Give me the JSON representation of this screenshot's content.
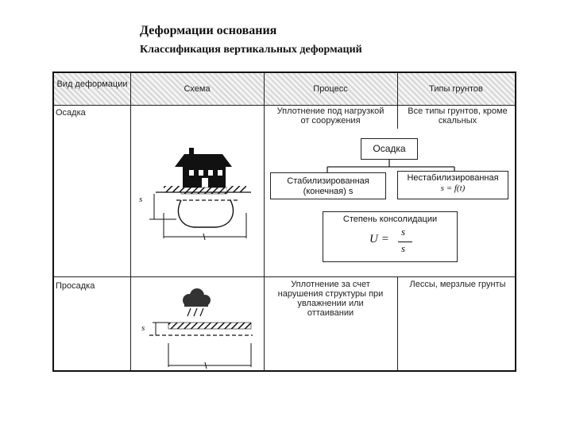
{
  "title": "Деформации основания",
  "subtitle": "Классификация вертикальных деформаций",
  "table": {
    "headers": [
      "Вид деформации",
      "Схема",
      "Процесс",
      "Типы грунтов"
    ],
    "rows": [
      {
        "type": "Осадка",
        "process": "Уплотнение под нагрузкой от сооружения",
        "soils": "Все типы грунтов, кроме скальных",
        "scheme_label": "s"
      },
      {
        "type": "Просадка",
        "process": "Уплотнение за счет нарушения структуры при увлажнении или оттаивании",
        "soils": "Лессы, мерзлые грунты",
        "scheme_label": "s"
      }
    ]
  },
  "diagram": {
    "root": "Осадка",
    "stabilized": "Стабилизированная (конечная) s",
    "nonstabilized": "Нестабилизированная",
    "nonstabilized_formula": "s = f(t)",
    "consolidation": "Степень консолидации",
    "formula_lhs": "U =",
    "formula_num": "s",
    "formula_den": "s"
  }
}
